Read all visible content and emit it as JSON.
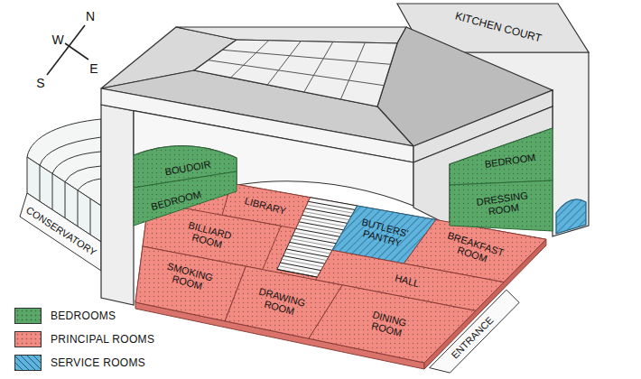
{
  "diagram": {
    "nodes": [
      {
        "text": [
          "BOUDOIR"
        ]
      },
      {
        "text": [
          "BEDROOM"
        ]
      },
      {
        "text": [
          "LIBRARY"
        ]
      },
      {
        "text": [
          "BILLIARD ROOM"
        ]
      },
      {
        "text": [
          "BEDROOM"
        ]
      },
      {
        "text": [
          "DRESSING ROOM"
        ]
      },
      {
        "text": [
          "BUTLERS' PANTRY"
        ]
      },
      {
        "text": [
          "BREAKFAST ROOM"
        ]
      },
      {
        "text": [
          "SMOKING ROOM"
        ]
      },
      {
        "text": [
          "DRAWING ROOM"
        ]
      },
      {
        "text": [
          "HALL"
        ]
      },
      {
        "text": [
          "DINING ROOM"
        ]
      }
    ],
    "labels": [
      "N",
      "W",
      "E",
      "S",
      "KITCHEN COURT",
      "CONSERVATORY",
      "ENTRANCE"
    ],
    "legend": [
      {
        "text": "BEDROOMS",
        "color": "#5aa868"
      },
      {
        "text": "PRINCIPAL ROOMS",
        "color": "#f28b82"
      },
      {
        "text": "SERVICE ROOMS",
        "color": "#5fb4de"
      }
    ]
  }
}
